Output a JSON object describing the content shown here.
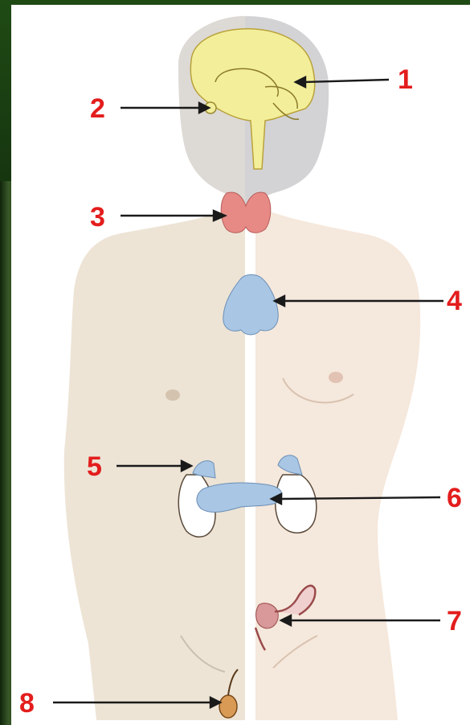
{
  "diagram": {
    "labels": [
      {
        "id": "1",
        "text": "1"
      },
      {
        "id": "2",
        "text": "2"
      },
      {
        "id": "3",
        "text": "3"
      },
      {
        "id": "4",
        "text": "4"
      },
      {
        "id": "5",
        "text": "5"
      },
      {
        "id": "6",
        "text": "6"
      },
      {
        "id": "7",
        "text": "7"
      },
      {
        "id": "8",
        "text": "8"
      }
    ]
  },
  "colors": {
    "label": "#e31d1d",
    "brain": "#f3ee9a",
    "thyroid": "#e78a86",
    "thymus": "#a9c6e4",
    "skin_male": "#ede4d6",
    "skin_female": "#f5e8dc",
    "ovary": "#d9999a"
  }
}
